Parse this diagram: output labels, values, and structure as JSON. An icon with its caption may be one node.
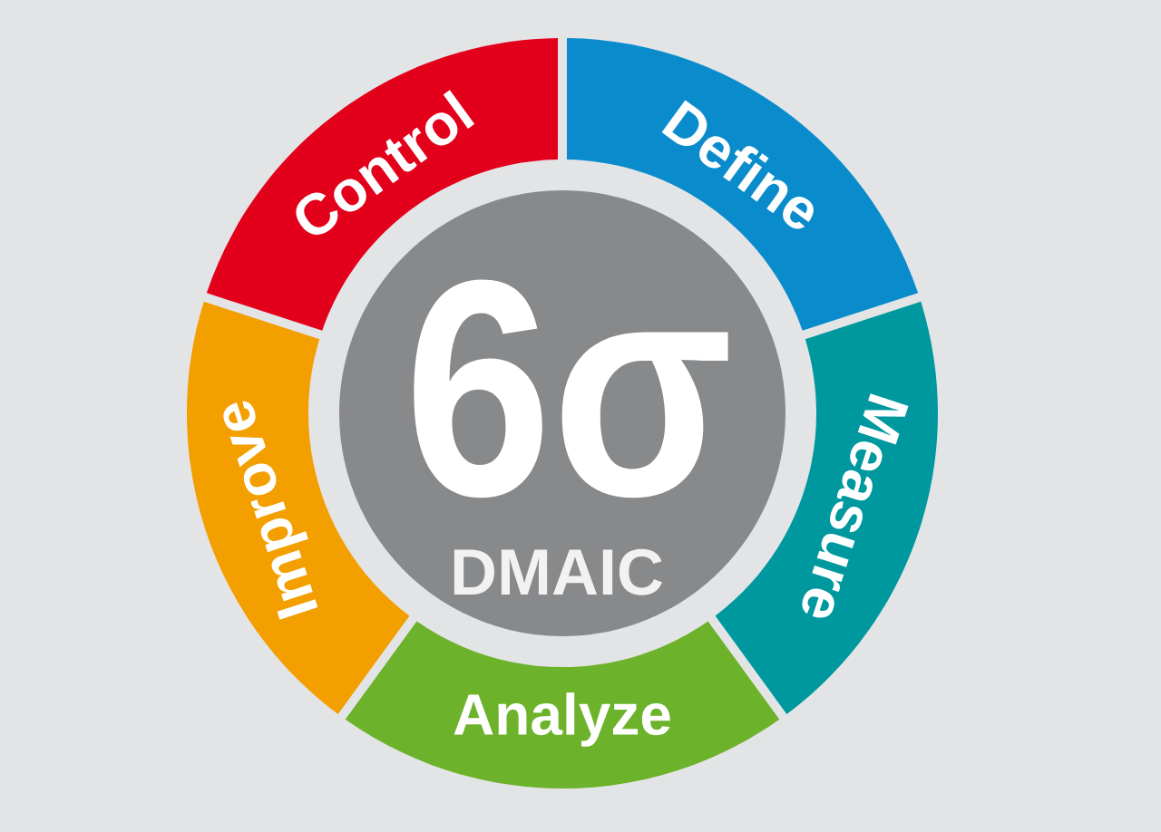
{
  "diagram": {
    "nodes": [
      {
        "text": [
          "Define"
        ]
      },
      {
        "text": [
          "Measure"
        ]
      },
      {
        "text": [
          "Analyze"
        ]
      },
      {
        "text": [
          "Improve"
        ]
      },
      {
        "text": [
          "Control"
        ]
      },
      {
        "text": [
          "6σ",
          "DMAIC"
        ]
      }
    ]
  }
}
